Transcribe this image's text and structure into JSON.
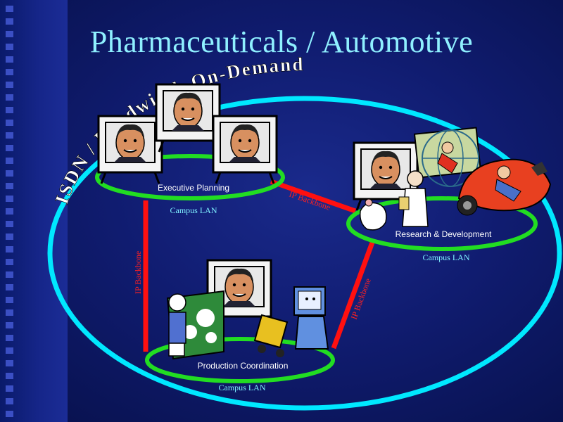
{
  "title": "Pharmaceuticals / Automotive",
  "arc_text": "ISDN / Bandwidth On-Demand",
  "sites": {
    "executive": {
      "label": "Executive Planning",
      "lan": "Campus LAN"
    },
    "research": {
      "label": "Research & Development",
      "lan": "Campus LAN"
    },
    "production": {
      "label": "Production Coordination",
      "lan": "Campus LAN"
    }
  },
  "links": {
    "exec_research": "IP Backbone",
    "exec_production": "IP Backbone",
    "research_production": "IP Backbone"
  },
  "colors": {
    "background": "#101c70",
    "title": "#8ff0ff",
    "outer_ring": "#00e8ff",
    "lan_ring": "#22dd22",
    "backbone": "#ff1010",
    "caption": "#7ff0ff"
  }
}
